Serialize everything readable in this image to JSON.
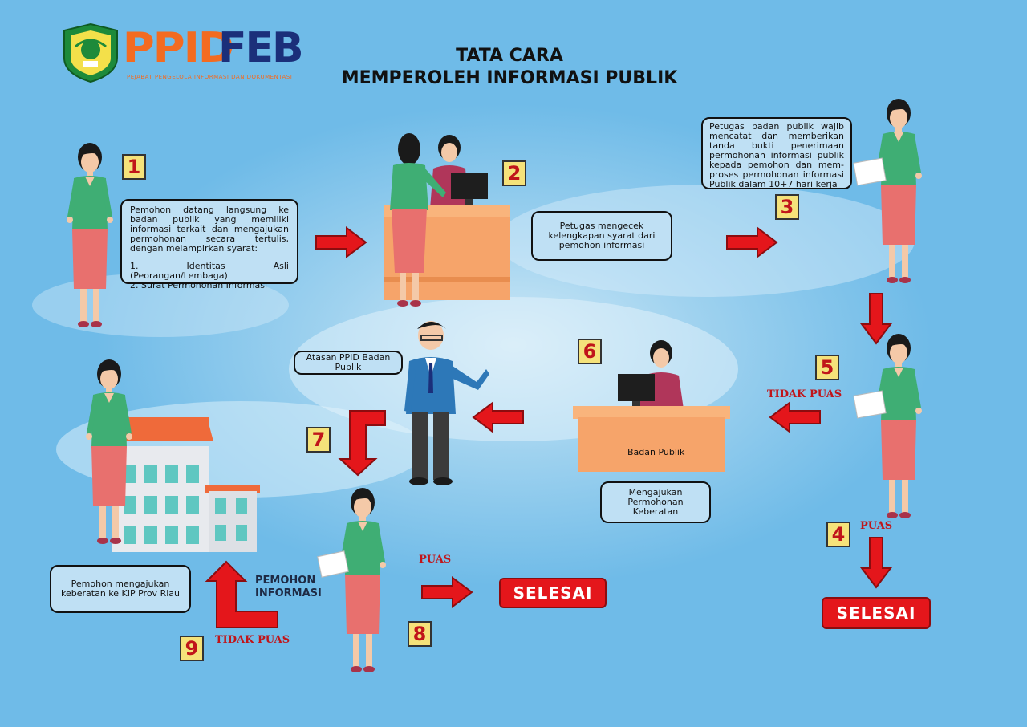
{
  "header": {
    "title_line1": "TATA CARA",
    "title_line2": "MEMPEROLEH INFORMASI PUBLIK",
    "logo_ppid": "PPID",
    "logo_feb": "FEB",
    "logo_subtitle": "PEJABAT PENGELOLA INFORMASI DAN DOKUMENTASI",
    "seal_icon": "university-seal-icon"
  },
  "steps": [
    {
      "number": "1",
      "text": "Pemohon datang langsung ke badan publik yang memiliki informasi terkait dan mengajukan permohonan secara tertulis, dengan melampirkan syarat:",
      "list": [
        "1.  Identitas Asli (Peorangan/Lembaga)",
        "2. Surat Permohonan Informasi"
      ]
    },
    {
      "number": "2",
      "text": "Petugas mengecek kelengkapan syarat dari pemohon informasi"
    },
    {
      "number": "3",
      "text": "Petugas badan publik wajib mencatat dan memberikan tanda bukti penerimaan permohonan informasi publik kepada pemohon dan mem-proses permohonan informasi Publik dalam 10+7 hari kerja"
    },
    {
      "number": "4",
      "label": "PUAS",
      "result": "SELESAI"
    },
    {
      "number": "5",
      "label": "TIDAK PUAS"
    },
    {
      "number": "6",
      "text": "Mengajukan Permohonan Keberatan",
      "desk_label": "Badan Publik"
    },
    {
      "number": "7",
      "text": "Atasan PPID Badan Publik"
    },
    {
      "number": "8",
      "label": "PUAS",
      "result": "SELESAI",
      "person_label": "PEMOHON INFORMASI"
    },
    {
      "number": "9",
      "label": "TIDAK PUAS",
      "text": "Pemohon mengajukan keberatan ke KIP Prov Riau"
    }
  ],
  "colors": {
    "background": "#6fbbe8",
    "box": "#bfe0f4",
    "arrow": "#e4161b",
    "number_bg": "#f5e27a",
    "number_text": "#c0151a",
    "desk": "#f6a46a",
    "shirt": "#3fae74",
    "skirt": "#e8706e",
    "building_roof": "#ef6a3a"
  }
}
